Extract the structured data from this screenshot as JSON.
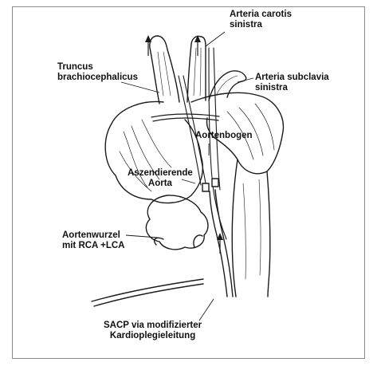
{
  "labels": {
    "arteria_carotis": "Arteria carotis\nsinistra",
    "truncus": "Truncus\nbrachiocephalicus",
    "arteria_subclavia": "Arteria subclavia\nsinistra",
    "aortenbogen": "Aortenbogen",
    "aszendierende": "Aszendierende\nAorta",
    "aortenwurzel": "Aortenwurzel\nmit RCA +LCA",
    "sacp": "SACP via modifizierter\nKardioplegieleitung"
  },
  "colors": {
    "ink": "#1a1a1a",
    "border": "#8c8c8c",
    "background": "#ffffff"
  }
}
